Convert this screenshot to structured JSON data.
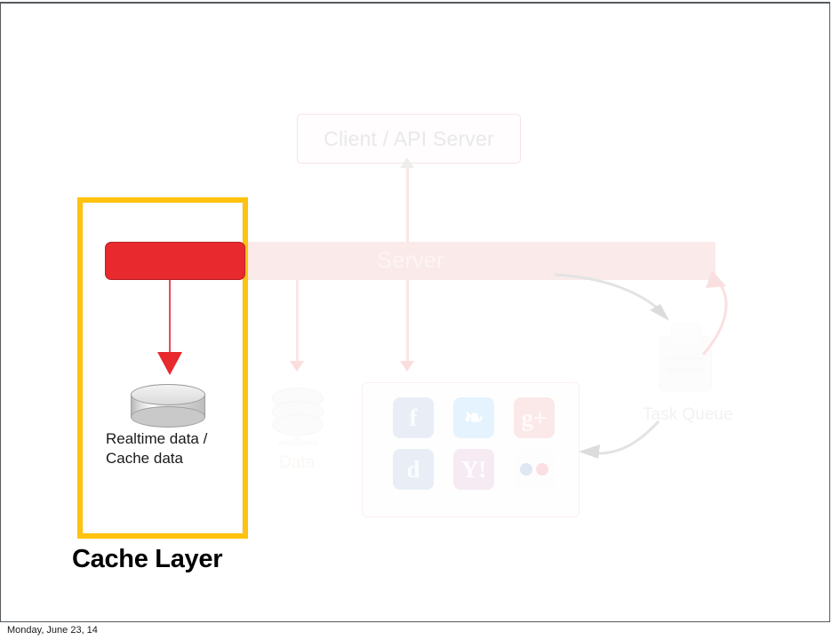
{
  "slide": {
    "footer_date": "Monday, June 23, 14"
  },
  "background": {
    "client_box_label": "Client / API Server",
    "server_bar_label": "Server",
    "data_label": "Data",
    "task_queue_label": "Task Queue",
    "social_icons": [
      {
        "name": "facebook-icon",
        "glyph": "f"
      },
      {
        "name": "twitter-icon",
        "glyph": "❧"
      },
      {
        "name": "googleplus-icon",
        "glyph": "g+"
      },
      {
        "name": "delicious-icon",
        "glyph": "d"
      },
      {
        "name": "yahoo-icon",
        "glyph": "Y!"
      },
      {
        "name": "flickr-icon",
        "glyph": ""
      }
    ]
  },
  "highlight": {
    "title": "Cache Layer",
    "caption_line1": "Realtime data /",
    "caption_line2": "Cache data"
  },
  "colors": {
    "highlight_border": "#ffc20e",
    "accent_red": "#e8292e",
    "server_bar": "#fbeaea",
    "arrow_gray": "#efefef"
  }
}
